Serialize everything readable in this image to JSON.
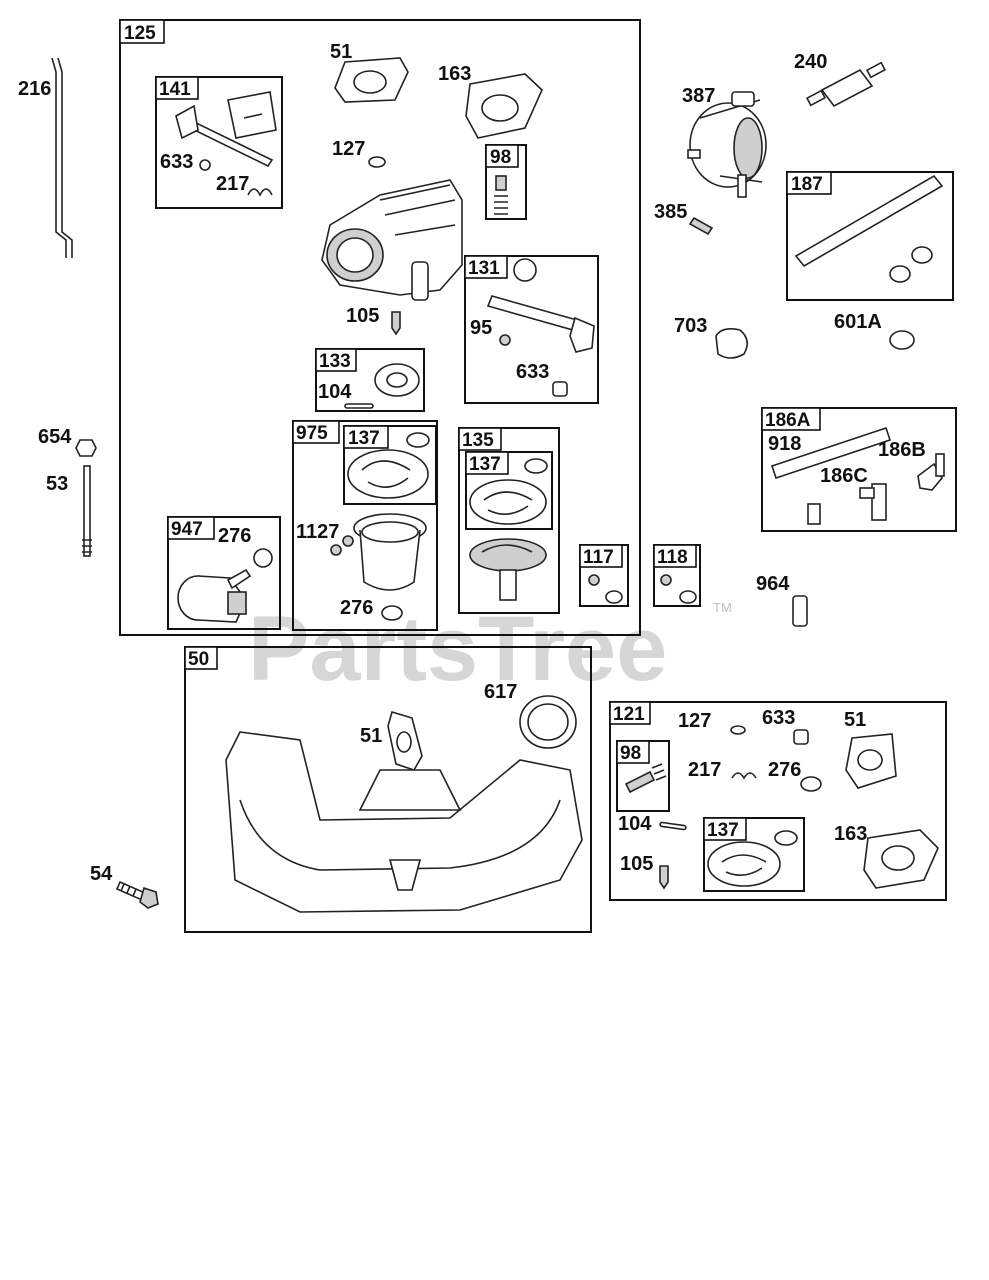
{
  "watermark": {
    "brand": "PartsTree",
    "trademark": "TM"
  },
  "assemblies": {
    "a125": "125",
    "a141": "141",
    "a98": "98",
    "a131": "131",
    "a133": "133",
    "a975": "975",
    "a137_975": "137",
    "a135": "135",
    "a137_135": "137",
    "a947": "947",
    "a117": "117",
    "a118": "118",
    "a187": "187",
    "a186a": "186A",
    "a50": "50",
    "a121": "121",
    "a98_121": "98",
    "a137_121": "137"
  },
  "callouts": {
    "p216": "216",
    "p51_top": "51",
    "p163_top": "163",
    "p633_141": "633",
    "p217_141": "217",
    "p127_top": "127",
    "p105_top": "105",
    "p95": "95",
    "p633_131": "633",
    "p104_133": "104",
    "p654": "654",
    "p53": "53",
    "p276_947": "276",
    "p1127": "1127",
    "p276_975": "276",
    "p240": "240",
    "p387": "387",
    "p385": "385",
    "p703": "703",
    "p601a": "601A",
    "p918": "918",
    "p186b": "186B",
    "p186c": "186C",
    "p964": "964",
    "p617": "617",
    "p51_50": "51",
    "p54": "54",
    "p127_121": "127",
    "p633_121": "633",
    "p51_121": "51",
    "p217_121": "217",
    "p276_121": "276",
    "p104_121": "104",
    "p105_121": "105",
    "p163_121": "163"
  },
  "colors": {
    "ink": "#111111",
    "watermark": "#d6d6d6",
    "background": "#ffffff"
  }
}
